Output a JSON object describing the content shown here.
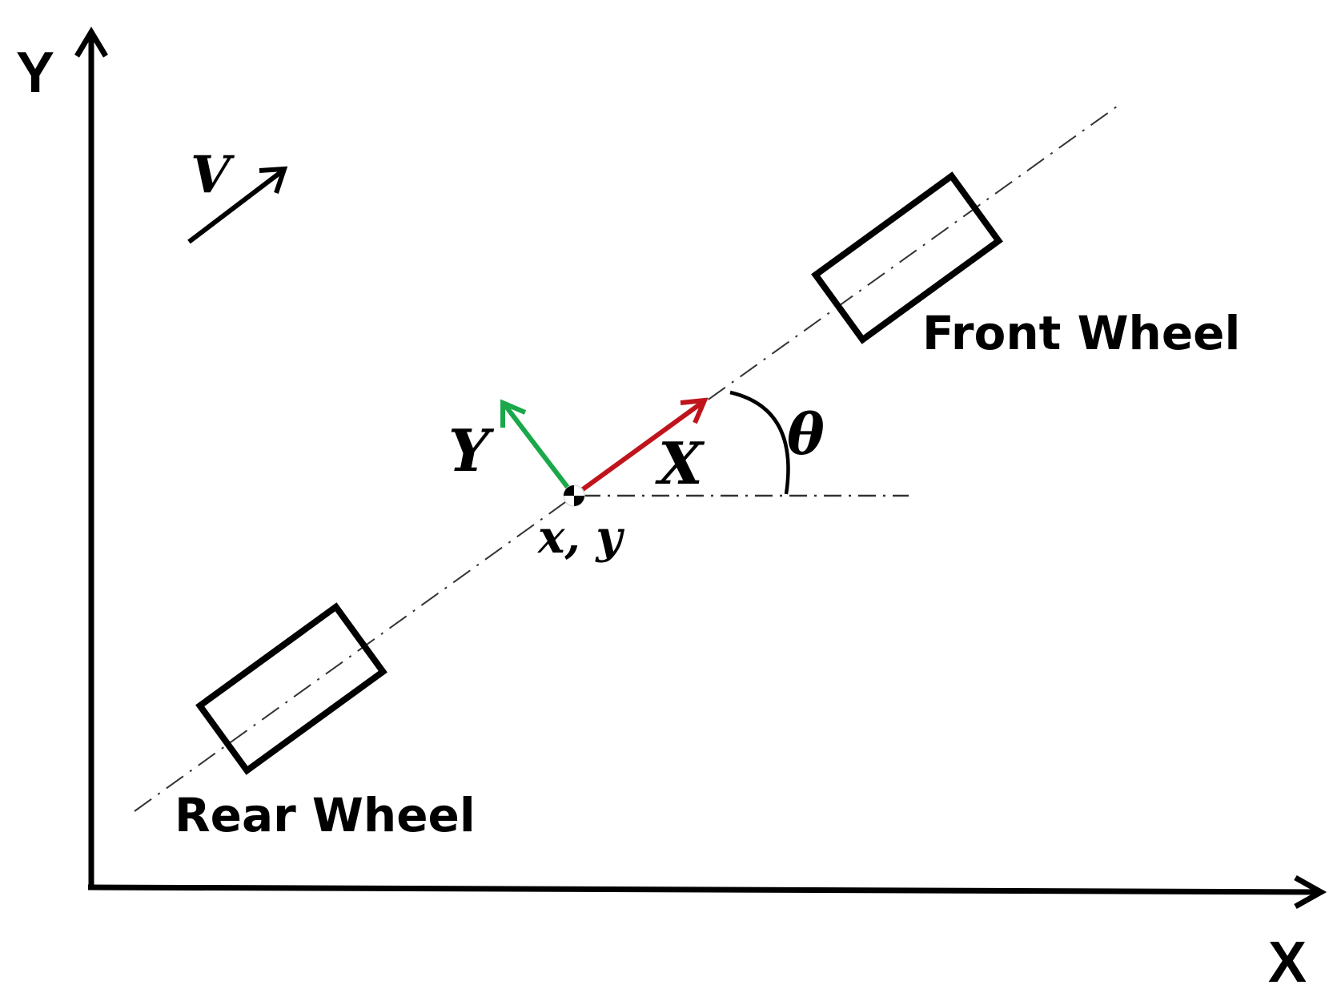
{
  "axes": {
    "global_y_label": "Y",
    "global_x_label": "X"
  },
  "velocity": {
    "label": "V"
  },
  "wheels": {
    "front_label": "Front Wheel",
    "rear_label": "Rear Wheel"
  },
  "body_frame": {
    "x_label": "X",
    "y_label": "Y",
    "x_axis_color": "#c0141c",
    "y_axis_color": "#1aa84a"
  },
  "reference_point": {
    "label": "x, y"
  },
  "heading": {
    "label": "θ"
  }
}
